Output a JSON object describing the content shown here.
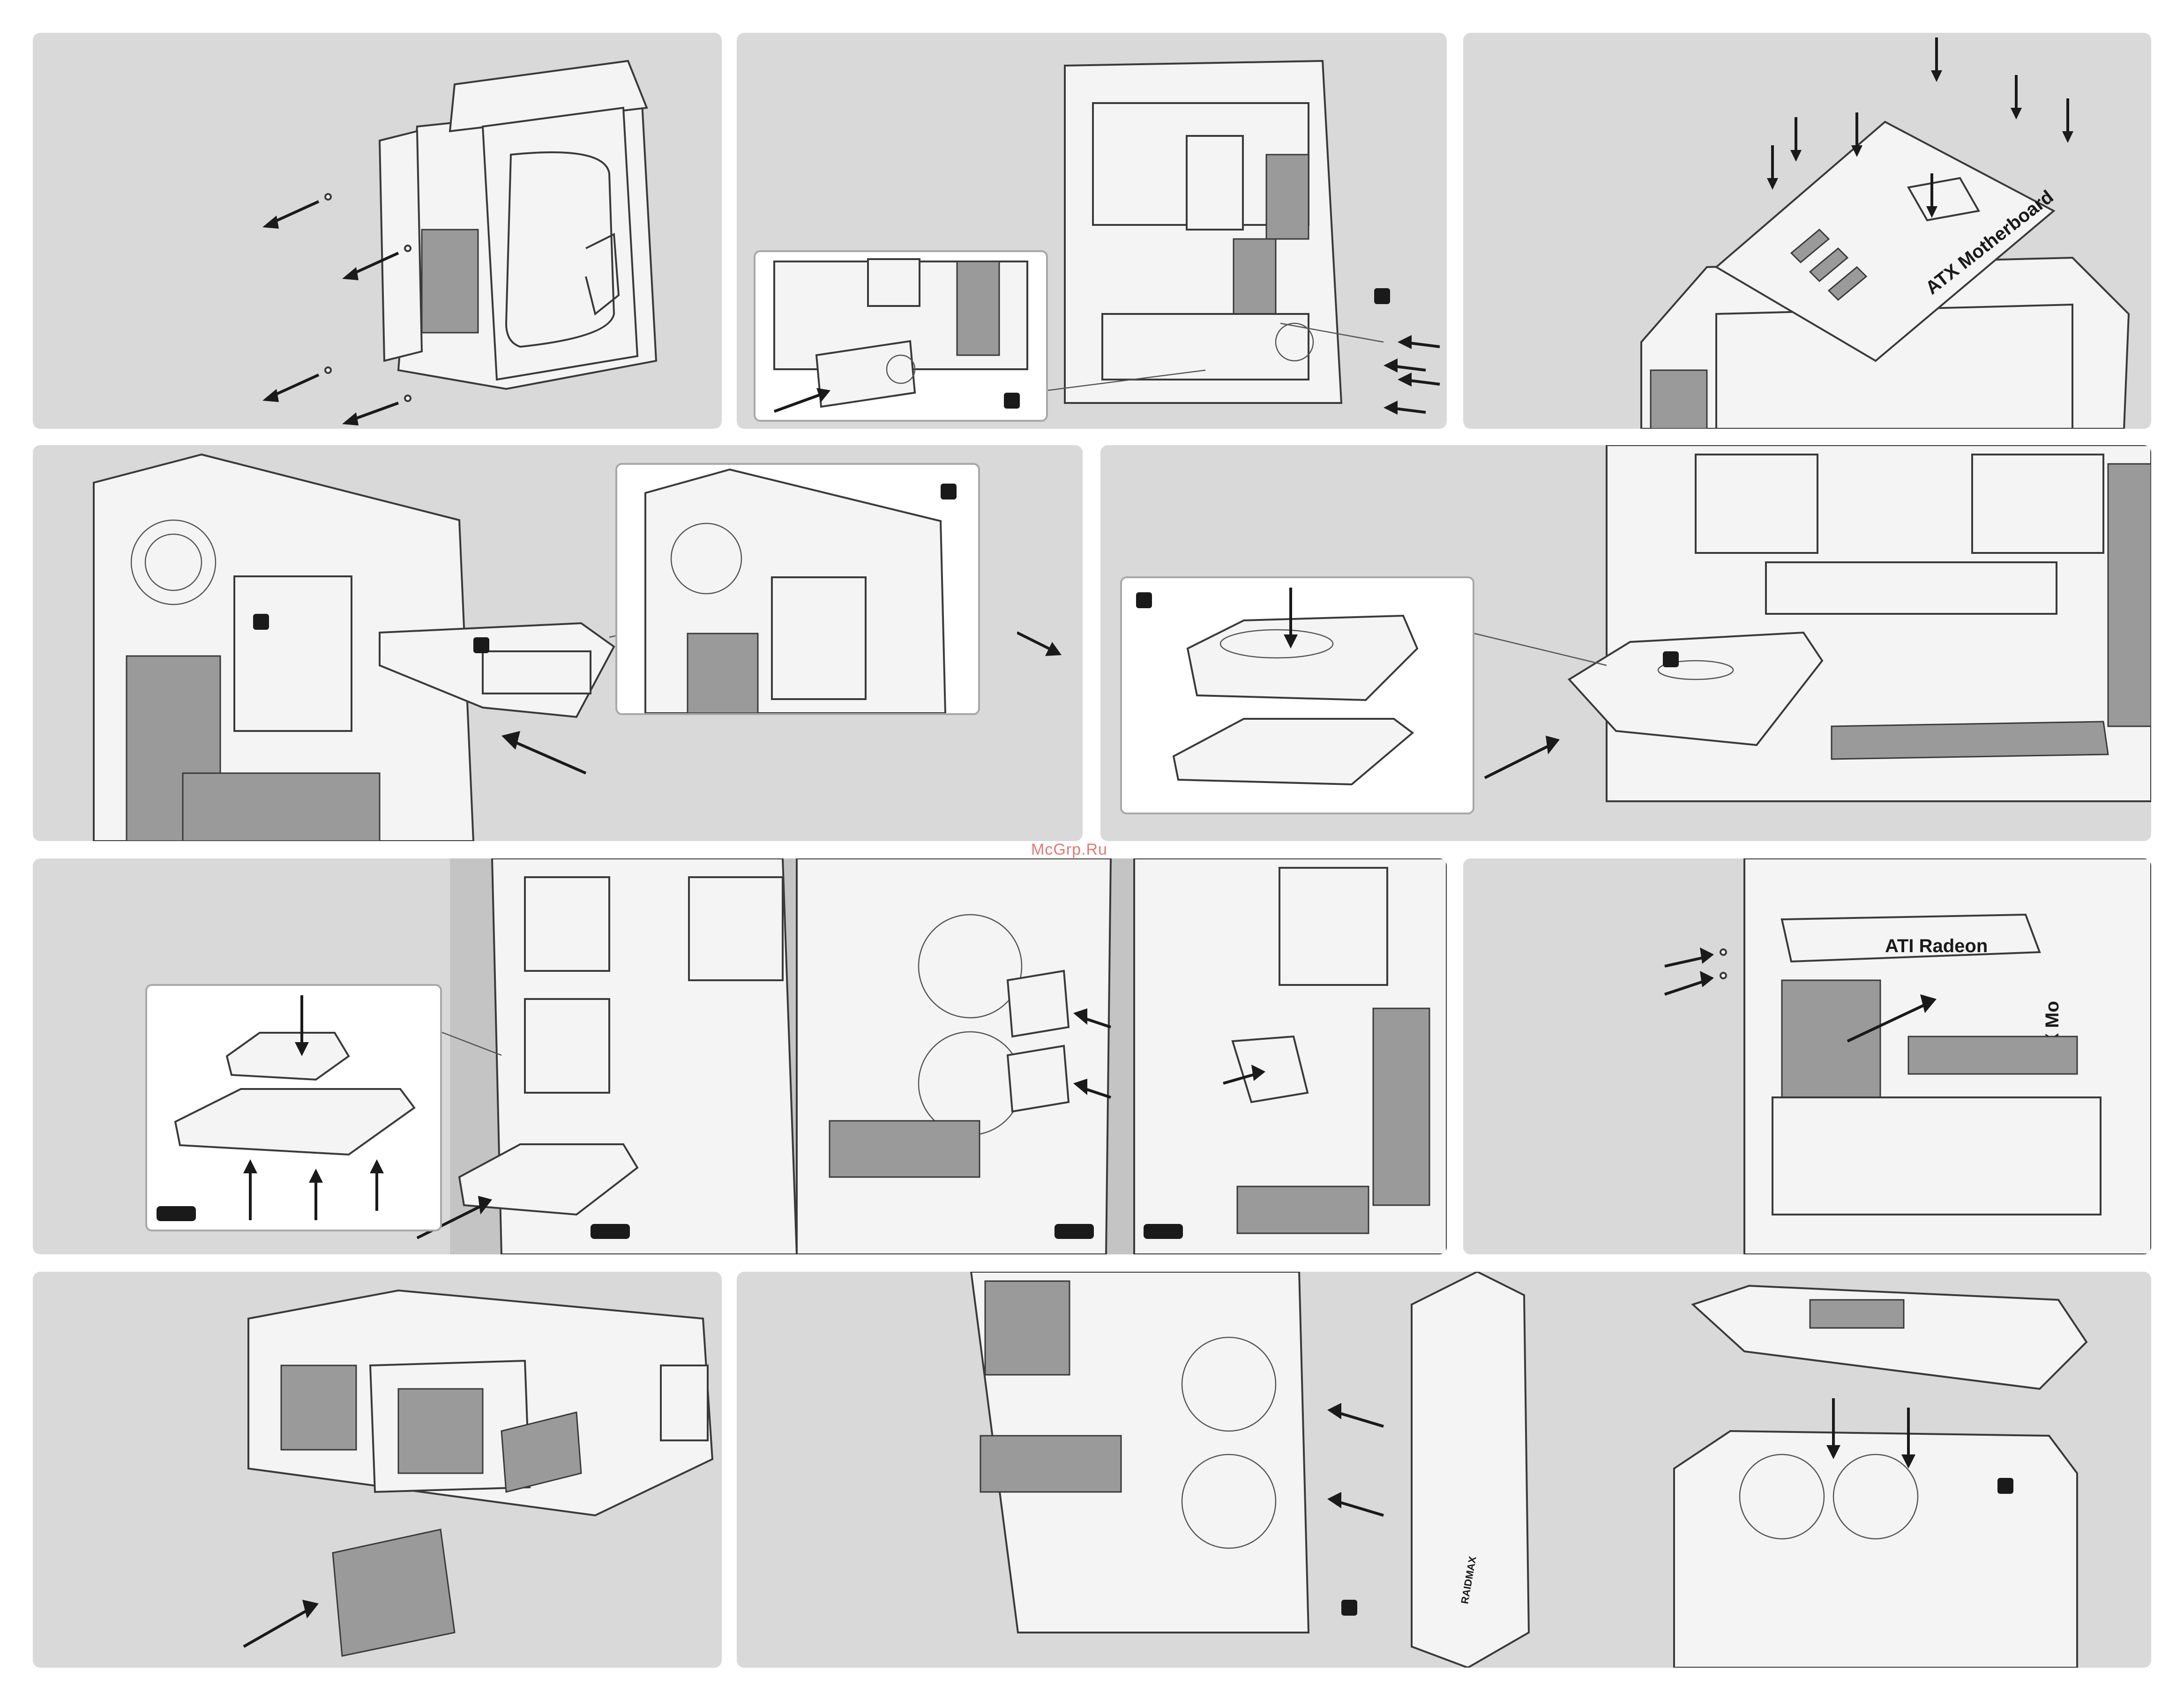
{
  "watermark": "McGrp.Ru",
  "labels": {
    "motherboard_text": "ATX Motherboard",
    "gpu_text": "ATI Radeon",
    "side_mb_text": "ATX Mo",
    "front_panel_brand": "RAIDMAX"
  },
  "colors": {
    "panel_bg": "#d9d9d9",
    "inset_bg": "#ffffff",
    "badge": "#1a1a1a",
    "watermark": "#e07a7a"
  },
  "steps": [
    {
      "id": "side-panel-removal",
      "icon": "screw-icon"
    },
    {
      "id": "psu-install",
      "icon": "power-supply-icon"
    },
    {
      "id": "motherboard-install",
      "icon": "motherboard-icon"
    },
    {
      "id": "optical-drive-install",
      "icon": "optical-drive-icon"
    },
    {
      "id": "hdd-35-install",
      "icon": "hard-drive-icon"
    },
    {
      "id": "ssd-hdd-bay-install",
      "icon": "ssd-icon"
    },
    {
      "id": "gpu-install",
      "icon": "graphics-card-icon"
    },
    {
      "id": "dust-filter-install",
      "icon": "filter-icon"
    },
    {
      "id": "front-fan-install",
      "icon": "fan-icon"
    },
    {
      "id": "top-cover-install",
      "icon": "top-cover-icon"
    }
  ]
}
